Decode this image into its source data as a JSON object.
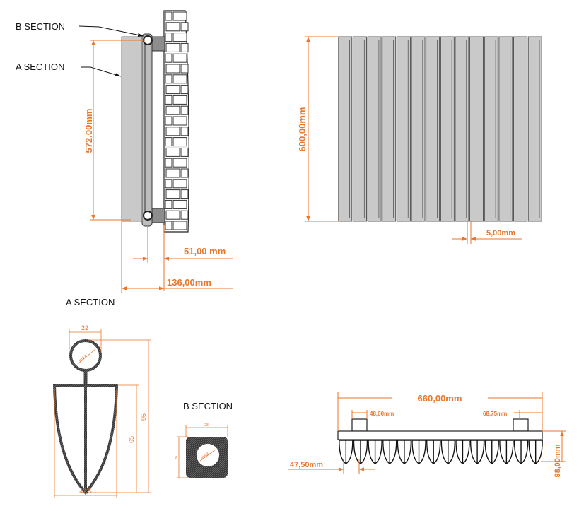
{
  "colors": {
    "dimension": "#e8762c",
    "panel": "#c9c9c9",
    "outline": "#222222",
    "hatch": "#3a3a3a"
  },
  "side_view": {
    "b_section_label": "B SECTION",
    "a_section_label": "A SECTION",
    "height_dim": "572,00mm",
    "offset_dim": "51,00 mm",
    "depth_dim": "136,00mm"
  },
  "front_view": {
    "height_dim": "600,00mm",
    "gap_dim": "5,00mm",
    "panel_count": 14
  },
  "a_section": {
    "title": "A SECTION",
    "top_width": "22",
    "diameter": "ø19,4",
    "total_height": "95",
    "body_height": "65",
    "body_width": "42,5"
  },
  "b_section": {
    "title": "B SECTION",
    "width": "28",
    "height": "28",
    "diameter": "ø18,8"
  },
  "top_view": {
    "width_dim": "660,00mm",
    "left_offset_dim": "48,00mm",
    "right_offset_dim": "68,75mm",
    "depth_dim": "98,00mm",
    "fin_pitch_dim": "47,50mm",
    "fin_count": 14
  }
}
